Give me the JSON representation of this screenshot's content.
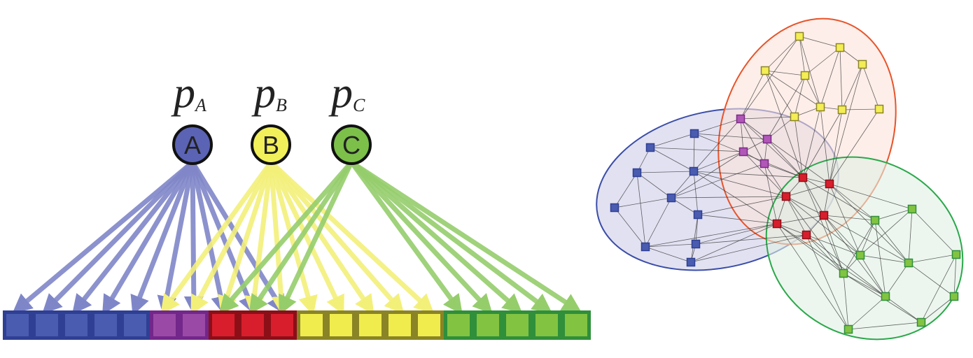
{
  "communities": [
    {
      "id": "A",
      "label": "A",
      "symbol": "p",
      "subscript": "A",
      "color": "#5b63b5",
      "arrow_color": "#7f86c8"
    },
    {
      "id": "B",
      "label": "B",
      "symbol": "p",
      "subscript": "B",
      "color": "#f2f05a",
      "arrow_color": "#f3f07a"
    },
    {
      "id": "C",
      "label": "C",
      "symbol": "p",
      "subscript": "C",
      "color": "#7cc04a",
      "arrow_color": "#95cd6b"
    }
  ],
  "node_strip": {
    "nodes": [
      {
        "fill": "#4a5cb0",
        "border": "#2f3f94",
        "members": [
          "A"
        ]
      },
      {
        "fill": "#4a5cb0",
        "border": "#2f3f94",
        "members": [
          "A"
        ]
      },
      {
        "fill": "#4a5cb0",
        "border": "#2f3f94",
        "members": [
          "A"
        ]
      },
      {
        "fill": "#4a5cb0",
        "border": "#2f3f94",
        "members": [
          "A"
        ]
      },
      {
        "fill": "#4a5cb0",
        "border": "#2f3f94",
        "members": [
          "A"
        ]
      },
      {
        "fill": "#9a4aa6",
        "border": "#73278a",
        "members": [
          "A",
          "B"
        ]
      },
      {
        "fill": "#9a4aa6",
        "border": "#73278a",
        "members": [
          "A",
          "B"
        ]
      },
      {
        "fill": "#d81e2c",
        "border": "#8c0f18",
        "members": [
          "A",
          "B",
          "C"
        ]
      },
      {
        "fill": "#d81e2c",
        "border": "#8c0f18",
        "members": [
          "A",
          "B",
          "C"
        ]
      },
      {
        "fill": "#d81e2c",
        "border": "#8c0f18",
        "members": [
          "A",
          "B",
          "C"
        ]
      },
      {
        "fill": "#f0ec4e",
        "border": "#8a8426",
        "members": [
          "B"
        ]
      },
      {
        "fill": "#f0ec4e",
        "border": "#8a8426",
        "members": [
          "B"
        ]
      },
      {
        "fill": "#f0ec4e",
        "border": "#8a8426",
        "members": [
          "B"
        ]
      },
      {
        "fill": "#f0ec4e",
        "border": "#8a8426",
        "members": [
          "B"
        ]
      },
      {
        "fill": "#f0ec4e",
        "border": "#8a8426",
        "members": [
          "B"
        ]
      },
      {
        "fill": "#82c341",
        "border": "#2f8f3a",
        "members": [
          "C"
        ]
      },
      {
        "fill": "#82c341",
        "border": "#2f8f3a",
        "members": [
          "C"
        ]
      },
      {
        "fill": "#82c341",
        "border": "#2f8f3a",
        "members": [
          "C"
        ]
      },
      {
        "fill": "#82c341",
        "border": "#2f8f3a",
        "members": [
          "C"
        ]
      },
      {
        "fill": "#82c341",
        "border": "#2f8f3a",
        "members": [
          "C"
        ]
      }
    ]
  },
  "network": {
    "regions": [
      {
        "name": "blue",
        "fill": "#dcdcf0",
        "stroke": "#3b4da8"
      },
      {
        "name": "orange",
        "fill": "#fbe3da",
        "stroke": "#e8542a"
      },
      {
        "name": "green",
        "fill": "#dff0e2",
        "stroke": "#2aa84a"
      }
    ],
    "node_colors": {
      "blue": {
        "fill": "#4a5cb0",
        "stroke": "#2f3f94"
      },
      "purple": {
        "fill": "#b057b8",
        "stroke": "#7a2a85"
      },
      "red": {
        "fill": "#d81e2c",
        "stroke": "#8c0f18"
      },
      "yellow": {
        "fill": "#f4ee55",
        "stroke": "#8a8426"
      },
      "green": {
        "fill": "#82c341",
        "stroke": "#2f8f3a"
      }
    },
    "edge_color": "#333333"
  }
}
